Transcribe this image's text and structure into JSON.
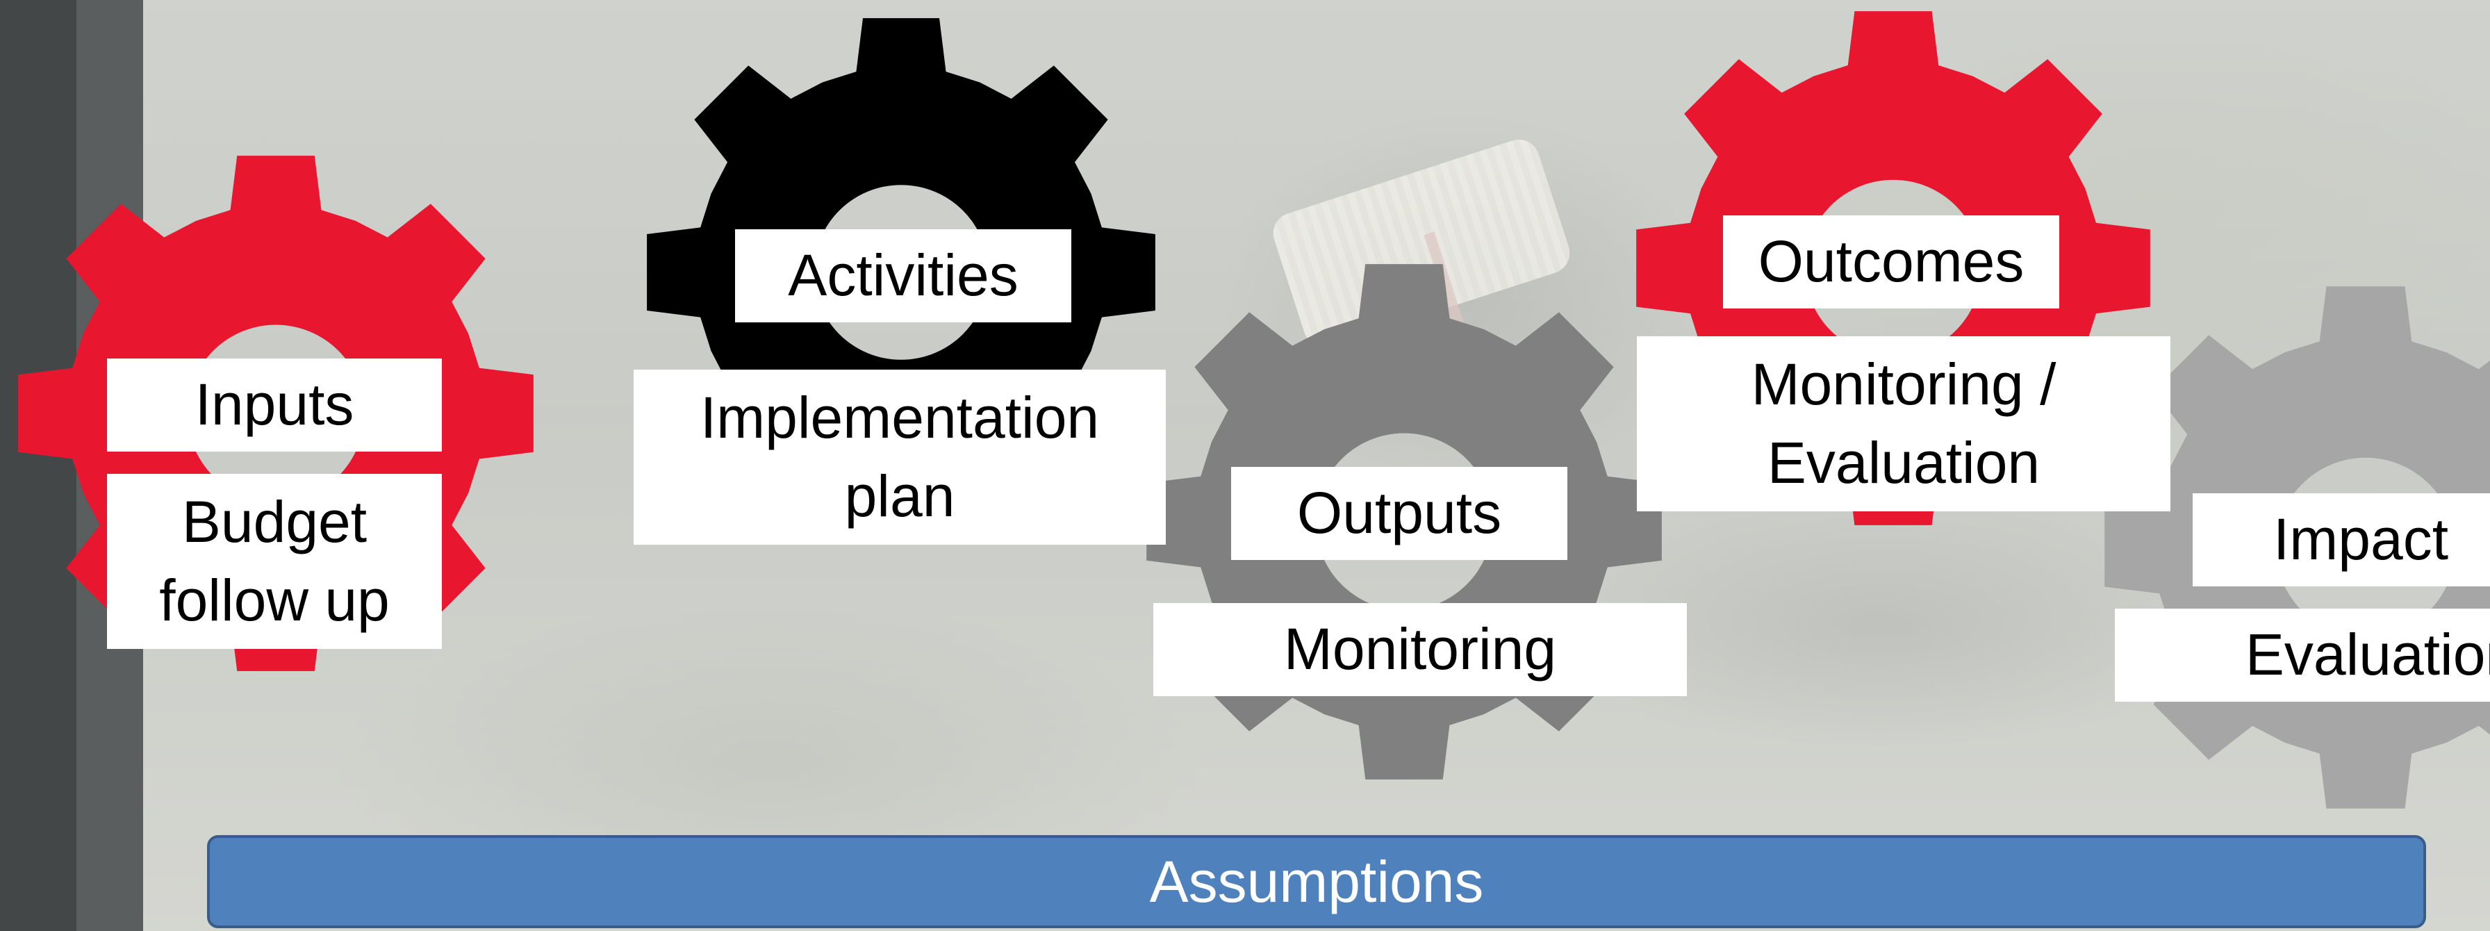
{
  "colors": {
    "red_gear": "#e8162f",
    "black_gear": "#000000",
    "dark_gray_gear": "#808080",
    "light_gray_gear": "#a6a6a6",
    "assumptions_bar": "#4f81bd",
    "label_background": "#ffffff"
  },
  "gears": [
    {
      "name": "inputs-gear",
      "title": "Inputs",
      "subtitle": "Budget\nfollow up",
      "color": "#e8162f",
      "icon": "gear-icon"
    },
    {
      "name": "activities-gear",
      "title": "Activities",
      "subtitle": "Implementation\nplan",
      "color": "#000000",
      "icon": "gear-icon"
    },
    {
      "name": "outputs-gear",
      "title": "Outputs",
      "subtitle": "Monitoring",
      "color": "#808080",
      "icon": "gear-icon"
    },
    {
      "name": "outcomes-gear",
      "title": "Outcomes",
      "subtitle": "Monitoring /\nEvaluation",
      "color": "#e8162f",
      "icon": "gear-icon"
    },
    {
      "name": "impact-gear",
      "title": "Impact",
      "subtitle": "Evaluation",
      "color": "#a6a6a6",
      "icon": "gear-icon"
    }
  ],
  "assumptions": {
    "label": "Assumptions"
  }
}
